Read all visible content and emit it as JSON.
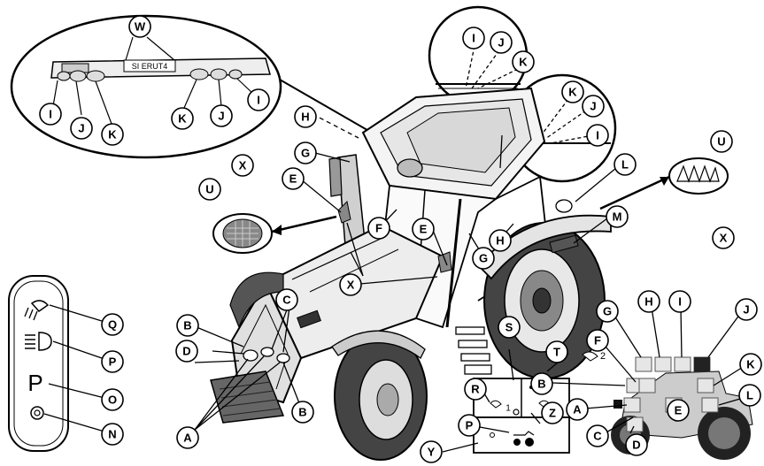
{
  "figure": {
    "plate_text": "SI ERUT4",
    "callouts": {
      "A": "A",
      "B": "B",
      "C": "C",
      "D": "D",
      "E": "E",
      "F": "F",
      "G": "G",
      "H": "H",
      "I": "I",
      "J": "J",
      "K": "K",
      "L": "L",
      "M": "M",
      "N": "N",
      "O": "O",
      "P": "P",
      "Q": "Q",
      "R": "R",
      "S": "S",
      "T": "T",
      "U": "U",
      "W": "W",
      "X": "X",
      "Y": "Y",
      "Z": "Z"
    },
    "switch_panel": {
      "parking_symbol": "P"
    },
    "light_panel": {
      "work_light_1": "1",
      "work_light_2": "2",
      "work_light_2_side": "2"
    }
  }
}
